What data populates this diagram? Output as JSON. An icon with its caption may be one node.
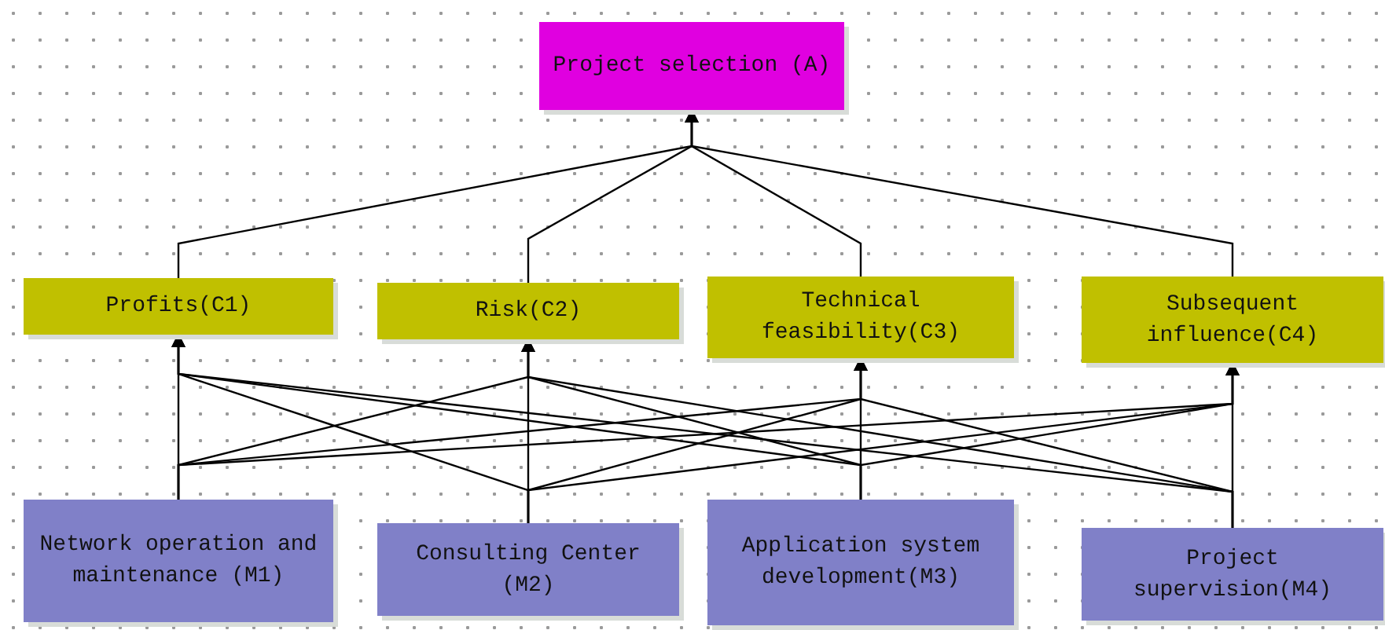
{
  "diagram": {
    "nodes": [
      {
        "text": [
          "Project selection (A)"
        ]
      },
      {
        "text": [
          "Profits(C1)"
        ]
      },
      {
        "text": [
          "Risk(C2)"
        ]
      },
      {
        "text": [
          "Technical feasibility(C3)"
        ]
      },
      {
        "text": [
          "Subsequent influence(C4)"
        ]
      },
      {
        "text": [
          "Network operation and maintenance (M1)"
        ]
      },
      {
        "text": [
          "Consulting Center (M2)"
        ]
      },
      {
        "text": [
          "Application system development(M3)"
        ]
      },
      {
        "text": [
          "Project supervision(M4)"
        ]
      }
    ],
    "edges": [
      {
        "from": 1,
        "to": 0,
        "arrow": "to"
      },
      {
        "from": 2,
        "to": 0,
        "arrow": "to"
      },
      {
        "from": 3,
        "to": 0,
        "arrow": "to"
      },
      {
        "from": 4,
        "to": 0,
        "arrow": "to"
      },
      {
        "from": 5,
        "to": 1,
        "arrow": "to"
      },
      {
        "from": 5,
        "to": 2,
        "arrow": "to"
      },
      {
        "from": 5,
        "to": 3,
        "arrow": "to"
      },
      {
        "from": 5,
        "to": 4,
        "arrow": "to"
      },
      {
        "from": 6,
        "to": 1,
        "arrow": "to"
      },
      {
        "from": 6,
        "to": 2,
        "arrow": "to"
      },
      {
        "from": 6,
        "to": 3,
        "arrow": "to"
      },
      {
        "from": 6,
        "to": 4,
        "arrow": "to"
      },
      {
        "from": 7,
        "to": 1,
        "arrow": "to"
      },
      {
        "from": 7,
        "to": 2,
        "arrow": "to"
      },
      {
        "from": 7,
        "to": 3,
        "arrow": "to"
      },
      {
        "from": 7,
        "to": 4,
        "arrow": "to"
      },
      {
        "from": 8,
        "to": 1,
        "arrow": "to"
      },
      {
        "from": 8,
        "to": 2,
        "arrow": "to"
      },
      {
        "from": 8,
        "to": 3,
        "arrow": "to"
      },
      {
        "from": 8,
        "to": 4,
        "arrow": "to"
      }
    ]
  }
}
